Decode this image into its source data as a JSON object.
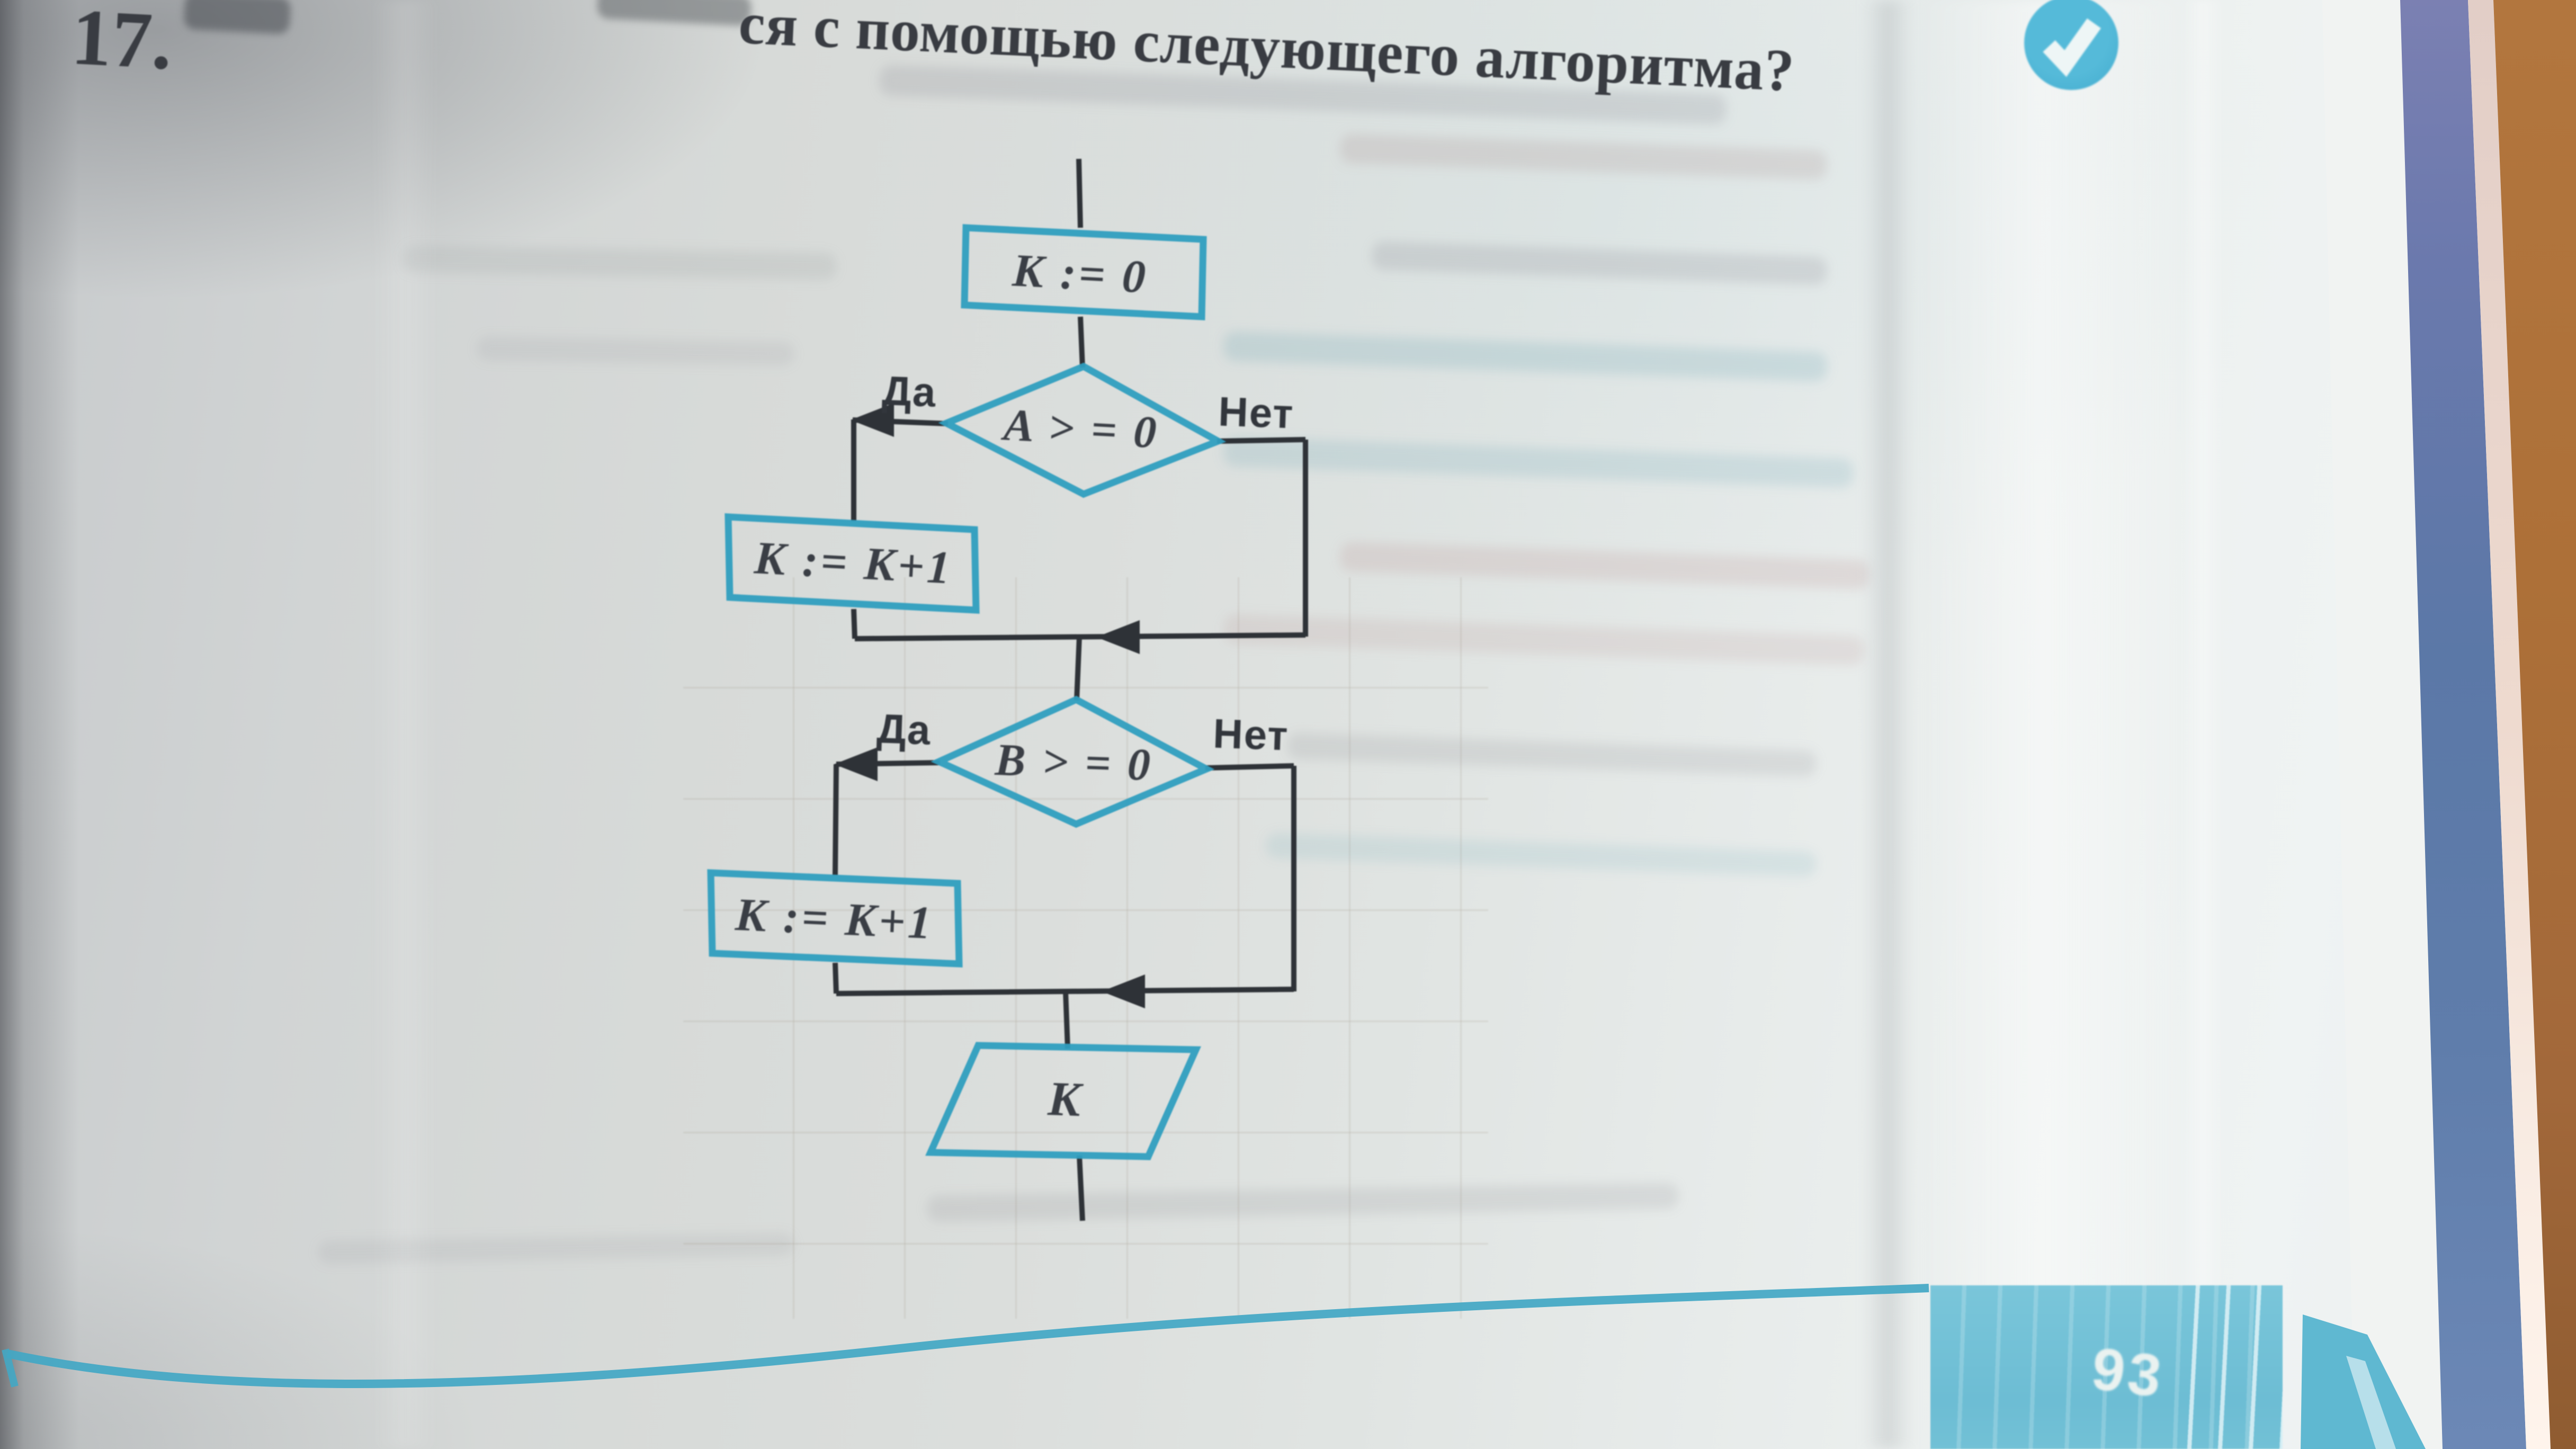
{
  "header": {
    "exercise_number": "17.",
    "title_fragment": "ся с помощью следующего алгоритма?"
  },
  "flowchart": {
    "start_box": {
      "text": "K := 0"
    },
    "decision_a": {
      "text": "A > = 0",
      "yes_label": "Да",
      "no_label": "Нет"
    },
    "increment_box_1": {
      "text": "K := K+1"
    },
    "decision_b": {
      "text": "B > = 0",
      "yes_label": "Да",
      "no_label": "Нет"
    },
    "increment_box_2": {
      "text": "K := K+1"
    },
    "output_box": {
      "text": "K"
    }
  },
  "footer": {
    "page_number": "93"
  },
  "icons": {
    "check_badge": "check-icon"
  },
  "colors": {
    "flowchart_stroke": "#2f9ebf",
    "connector": "#2e3237",
    "page_number_box": "#72c3d9",
    "check_badge": "#4bb3d4",
    "bottom_rule": "#42a7c4",
    "cover_edge_blue": "#5d79a8",
    "table_wood": "#ad7038"
  }
}
